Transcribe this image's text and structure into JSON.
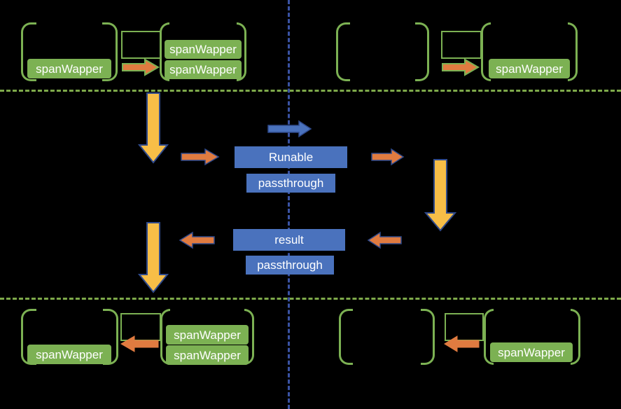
{
  "diagram": {
    "title": "spanWapper / Runable passthrough flow",
    "background_color": "#000000",
    "colors": {
      "green": "#7CB153",
      "green_line": "#7EA94A",
      "blue": "#4A72BD",
      "blue_dash": "#3A53A4",
      "orange": "#E07B40",
      "yellow": "#F7BE47",
      "outline_dark_blue": "#2F4A8C",
      "text": "#FFFFFF"
    },
    "separators": {
      "top_dashed_line_label": "upper-green-dashed-divider",
      "bottom_dashed_line_label": "lower-green-dashed-divider",
      "vertical_dashed_line_label": "center-blue-dashed-divider"
    },
    "top_row": {
      "left_group": {
        "outer_bracket_label": "bracket",
        "pill_1": "spanWapper",
        "empty_box_label": "",
        "arrow_direction": "right",
        "right_bracket_pills": [
          "spanWapper",
          "spanWapper"
        ]
      },
      "right_group": {
        "outer_bracket_label": "bracket",
        "empty_box_label": "",
        "arrow_direction": "right",
        "right_bracket_pills": [
          "spanWapper"
        ]
      }
    },
    "middle_row": {
      "blue_arrow_direction": "right",
      "down_arrow_left": "down",
      "orange_arrow_in": "right",
      "box_runable": "Runable",
      "box_runable_sub": "passthrough",
      "orange_arrow_out": "right",
      "down_arrow_right": "down",
      "box_result": "result",
      "box_result_sub": "passthrough",
      "orange_arrow_back_right": "left",
      "orange_arrow_back_left": "left",
      "down_arrow_bottom_left": "down"
    },
    "bottom_row": {
      "left_group": {
        "outer_bracket_label": "bracket",
        "pill_1": "spanWapper",
        "empty_box_label": "",
        "arrow_direction": "left",
        "right_bracket_pills": [
          "spanWapper",
          "spanWapper"
        ]
      },
      "right_group": {
        "outer_bracket_label": "bracket",
        "empty_box_label": "",
        "arrow_direction": "left",
        "right_bracket_pills": [
          "spanWapper"
        ]
      }
    }
  }
}
